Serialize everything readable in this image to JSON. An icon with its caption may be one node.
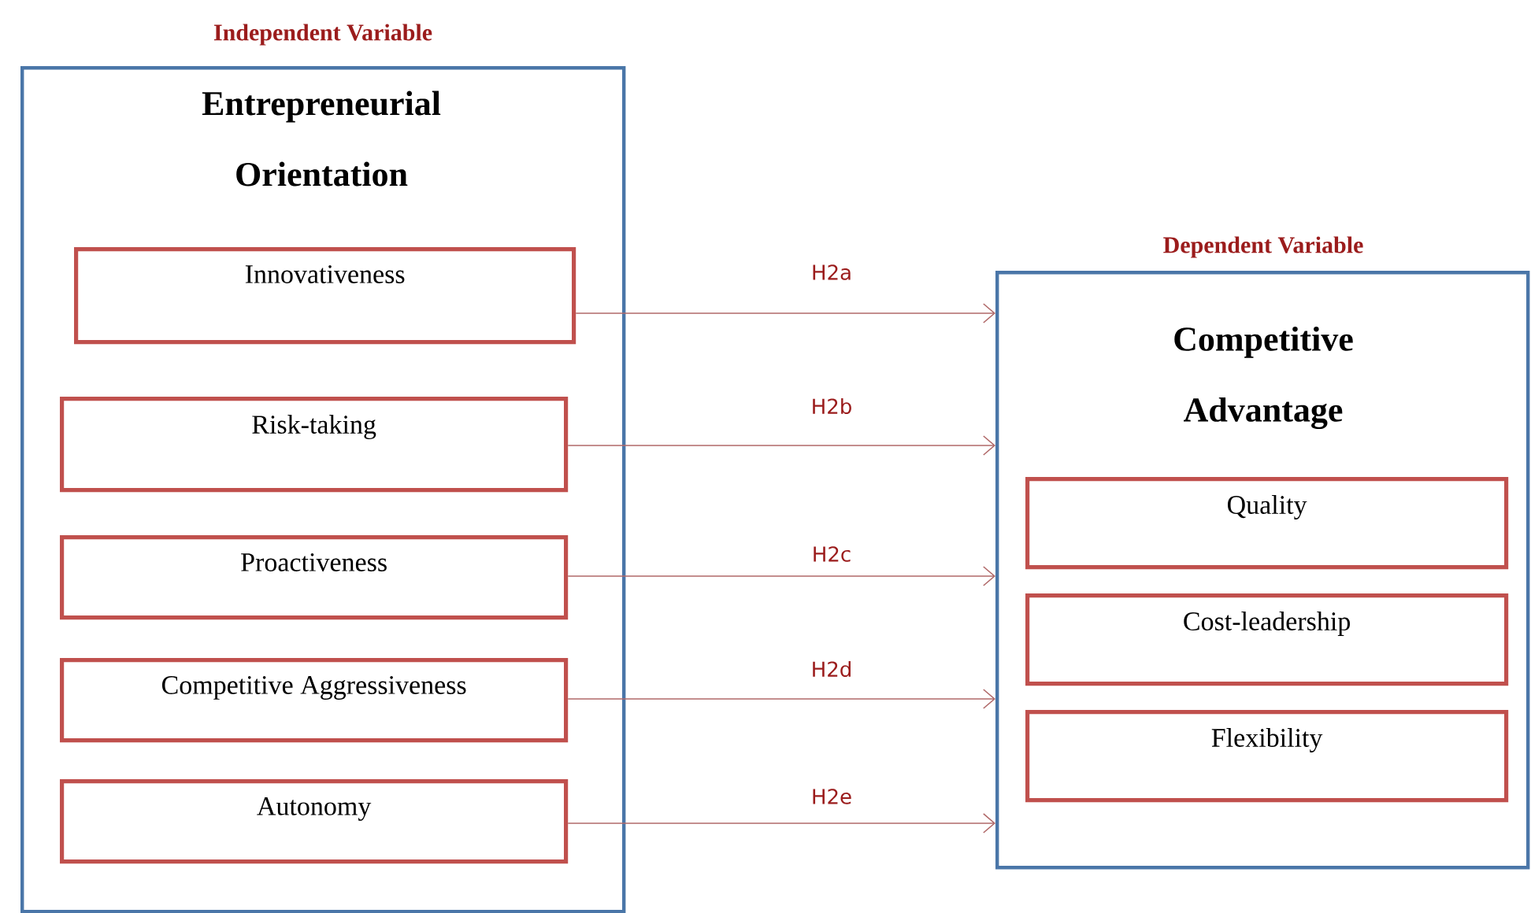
{
  "diagram": {
    "nodes": [
      {
        "text": [
          "Independent Variable",
          "Entrepreneurial Orientation"
        ]
      },
      {
        "text": [
          "Innovativeness"
        ],
        "in": 0
      },
      {
        "text": [
          "Risk-taking"
        ],
        "in": 0
      },
      {
        "text": [
          "Proactiveness"
        ],
        "in": 0
      },
      {
        "text": [
          "Competitive Aggressiveness"
        ],
        "in": 0
      },
      {
        "text": [
          "Autonomy"
        ],
        "in": 0
      },
      {
        "text": [
          "Dependent Variable",
          "Competitive Advantage"
        ]
      },
      {
        "text": [
          "Quality"
        ],
        "in": 6
      },
      {
        "text": [
          "Cost-leadership"
        ],
        "in": 6
      },
      {
        "text": [
          "Flexibility"
        ],
        "in": 6
      }
    ],
    "edges": [
      {
        "from": 1,
        "to": 6,
        "arrow": "to",
        "label": "H2a"
      },
      {
        "from": 2,
        "to": 6,
        "arrow": "to",
        "label": "H2b"
      },
      {
        "from": 3,
        "to": 6,
        "arrow": "to",
        "label": "H2c"
      },
      {
        "from": 4,
        "to": 6,
        "arrow": "to",
        "label": "H2d"
      },
      {
        "from": 5,
        "to": 6,
        "arrow": "to",
        "label": "H2e"
      }
    ]
  }
}
